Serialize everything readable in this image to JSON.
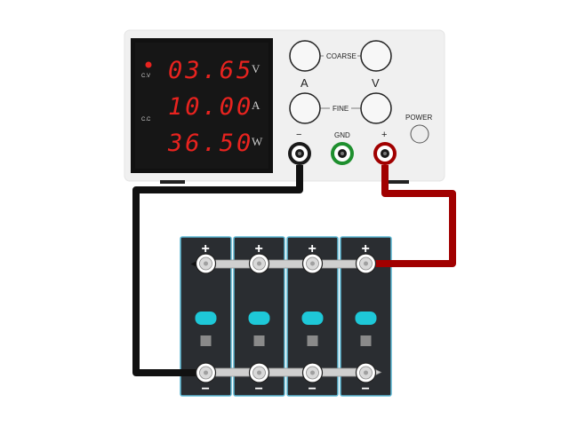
{
  "power_supply": {
    "display": {
      "voltage_reading": "03.65",
      "current_reading": "10.00",
      "power_reading": "36.50",
      "voltage_unit": "V",
      "current_unit": "A",
      "power_unit": "W",
      "cv_label": "C.V",
      "cc_label": "C.C"
    },
    "controls": {
      "coarse_label": "COARSE",
      "fine_label": "FINE",
      "current_knob_label": "A",
      "voltage_knob_label": "V",
      "power_label": "POWER"
    },
    "terminals": {
      "negative_label": "−",
      "ground_label": "GND",
      "positive_label": "+"
    }
  },
  "battery_pack": {
    "cell_count": 4,
    "positive_sign": "+",
    "negative_sign": "−"
  },
  "colors": {
    "panel": "#f0f0f0",
    "display_bg": "#111111",
    "segment": "#e8231f",
    "negative_wire": "#111111",
    "positive_wire": "#a10000",
    "ground_terminal": "#1e8f2e",
    "cell_body": "#2a2d31",
    "cell_border": "#5ab7d3",
    "cell_vent": "#1ec8d8",
    "busbar": "#cfcfcf"
  }
}
